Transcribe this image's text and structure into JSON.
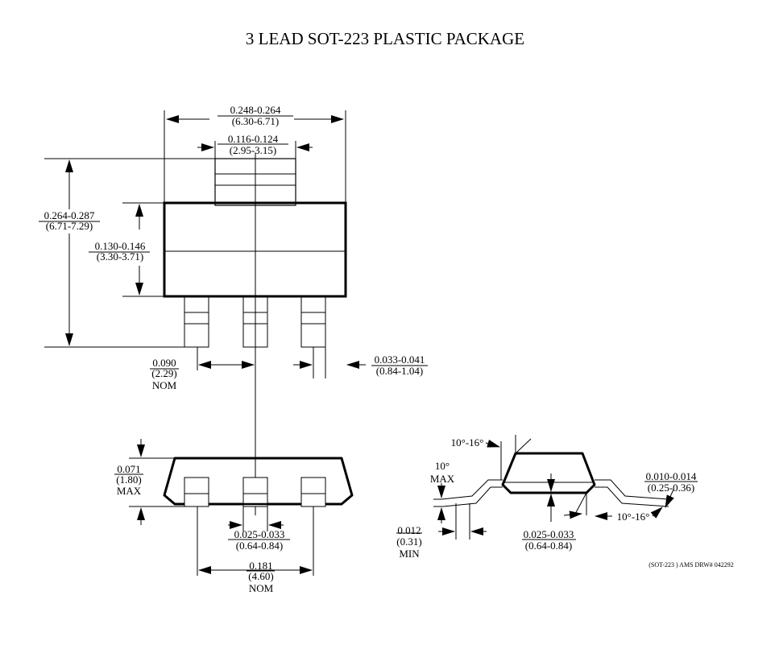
{
  "title": "3 LEAD SOT-223 PLASTIC PACKAGE",
  "dims": {
    "overall_width": {
      "in": "0.248-0.264",
      "mm": "(6.30-6.71)"
    },
    "tab_width": {
      "in": "0.116-0.124",
      "mm": "(2.95-3.15)"
    },
    "overall_length": {
      "in": "0.264-0.287",
      "mm": "(6.71-7.29)"
    },
    "body_length": {
      "in": "0.130-0.146",
      "mm": "(3.30-3.71)"
    },
    "lead_pitch": {
      "in": "0.090",
      "mm": "(2.29)",
      "note": "NOM"
    },
    "lead_width": {
      "in": "0.033-0.041",
      "mm": "(0.84-1.04)"
    },
    "height": {
      "in": "0.071",
      "mm": "(1.80)",
      "note": "MAX"
    },
    "foot_width": {
      "in": "0.025-0.033",
      "mm": "(0.64-0.84)"
    },
    "outer_pitch": {
      "in": "0.181",
      "mm": "(4.60)",
      "note": "NOM"
    },
    "standoff": {
      "in": "0.012",
      "mm": "(0.31)",
      "note": "MIN"
    },
    "side_foot": {
      "in": "0.025-0.033",
      "mm": "(0.64-0.84)"
    },
    "lead_thickness": {
      "in": "0.010-0.014",
      "mm": "(0.25-0.36)"
    }
  },
  "angles": {
    "top_angle": "10°-16°",
    "bottom_angle": "10°-16°",
    "lead_angle": "10°",
    "lead_angle_note": "MAX"
  },
  "footnote": "(SOT-223 ) AMS DRW# 042292"
}
